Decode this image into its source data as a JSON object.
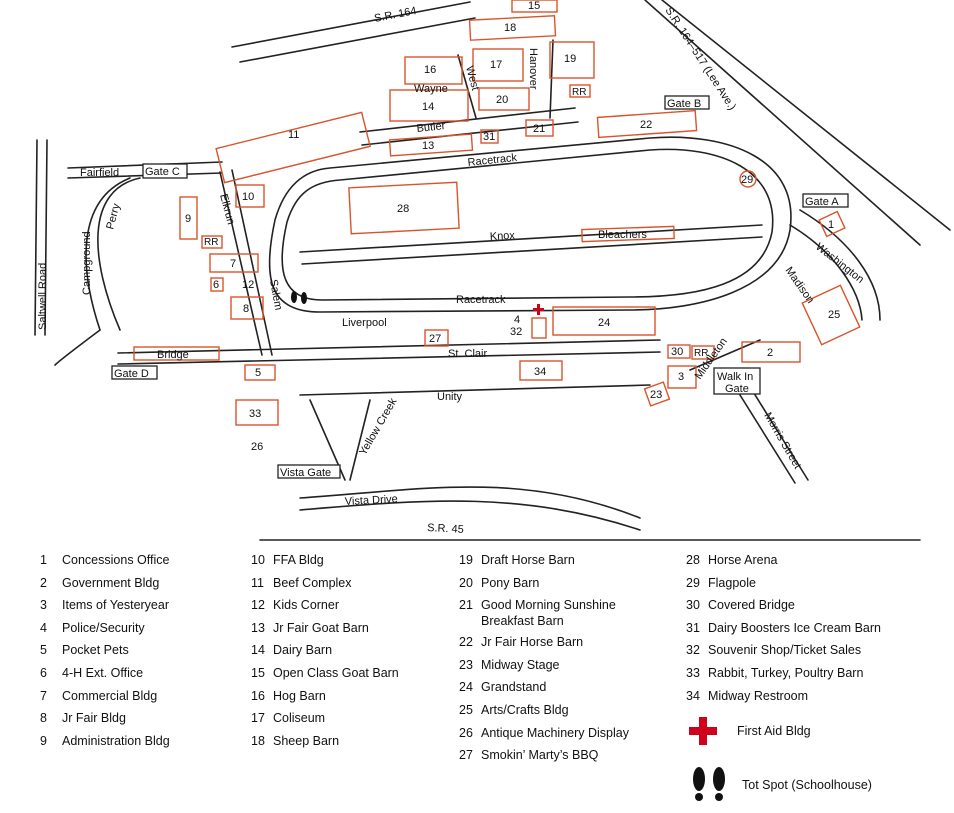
{
  "map": {
    "roads": {
      "sr164": "S.R. 164",
      "sr164_517": "S.R. 164–517 (Lee Ave.)",
      "hanover": "Hanover",
      "west": "West",
      "wayne": "Wayne",
      "butler": "Butler",
      "racetrack_top": "Racetrack",
      "racetrack_bottom": "Racetrack",
      "knox": "Knox",
      "fairfield": "Fairfield",
      "elkrun": "Elkrun",
      "perry": "Perry",
      "campground": "Campground",
      "saltwell": "Saltwell Road",
      "salem": "Salem",
      "liverpool": "Liverpool",
      "st_clair": "St. Clair",
      "bridge": "Bridge",
      "unity": "Unity",
      "yellow_creek": "Yellow Creek",
      "vista_drive": "Vista Drive",
      "sr45": "S.R. 45",
      "washington": "Washington",
      "madison": "Madison",
      "middleton": "Middleton",
      "morris": "Morris Street"
    },
    "gates": {
      "a": "Gate A",
      "b": "Gate B",
      "c": "Gate C",
      "d": "Gate D",
      "walkin_1": "Walk In",
      "walkin_2": "Gate",
      "vista": "Vista Gate"
    },
    "labels": {
      "bleachers": "Bleachers",
      "rr": "RR",
      "b1": "1",
      "b2": "2",
      "b3": "3",
      "b4": "4",
      "b5": "5",
      "b6": "6",
      "b7": "7",
      "b8": "8",
      "b9": "9",
      "b10": "10",
      "b11": "11",
      "b12": "12",
      "b13": "13",
      "b14": "14",
      "b15": "15",
      "b16": "16",
      "b17": "17",
      "b18": "18",
      "b19": "19",
      "b20": "20",
      "b21": "21",
      "b22": "22",
      "b23": "23",
      "b24": "24",
      "b25": "25",
      "b26": "26",
      "b27": "27",
      "b28": "28",
      "b29": "29",
      "b30": "30",
      "b31": "31",
      "b32": "32",
      "b33": "33",
      "b34": "34"
    },
    "colors": {
      "building": "#d9542b",
      "road": "#222222",
      "first_aid": "#d0021b"
    }
  },
  "legend": {
    "columns": [
      [
        {
          "num": "1",
          "name": "Concessions Office"
        },
        {
          "num": "2",
          "name": "Government Bldg"
        },
        {
          "num": "3",
          "name": "Items of Yesteryear"
        },
        {
          "num": "4",
          "name": "Police/Security"
        },
        {
          "num": "5",
          "name": "Pocket Pets"
        },
        {
          "num": "6",
          "name": "4-H Ext. Office"
        },
        {
          "num": "7",
          "name": "Commercial Bldg"
        },
        {
          "num": "8",
          "name": "Jr Fair Bldg"
        },
        {
          "num": "9",
          "name": "Administration Bldg"
        }
      ],
      [
        {
          "num": "10",
          "name": "FFA Bldg"
        },
        {
          "num": "11",
          "name": "Beef Complex"
        },
        {
          "num": "12",
          "name": "Kids Corner"
        },
        {
          "num": "13",
          "name": "Jr Fair Goat Barn"
        },
        {
          "num": "14",
          "name": "Dairy Barn"
        },
        {
          "num": "15",
          "name": "Open Class Goat Barn"
        },
        {
          "num": "16",
          "name": "Hog Barn"
        },
        {
          "num": "17",
          "name": "Coliseum"
        },
        {
          "num": "18",
          "name": "Sheep Barn"
        }
      ],
      [
        {
          "num": "19",
          "name": "Draft Horse Barn"
        },
        {
          "num": "20",
          "name": "Pony Barn"
        },
        {
          "num": "21",
          "name": "Good Morning Sunshine",
          "name2": "Breakfast Barn"
        },
        {
          "num": "22",
          "name": "Jr Fair Horse Barn"
        },
        {
          "num": "23",
          "name": "Midway Stage"
        },
        {
          "num": "24",
          "name": "Grandstand"
        },
        {
          "num": "25",
          "name": "Arts/Crafts Bldg"
        },
        {
          "num": "26",
          "name": "Antique Machinery Display"
        },
        {
          "num": "27",
          "name": "Smokin’ Marty’s BBQ"
        }
      ],
      [
        {
          "num": "28",
          "name": "Horse Arena"
        },
        {
          "num": "29",
          "name": "Flagpole"
        },
        {
          "num": "30",
          "name": "Covered Bridge"
        },
        {
          "num": "31",
          "name": "Dairy Boosters Ice Cream Barn"
        },
        {
          "num": "32",
          "name": "Souvenir Shop/Ticket Sales"
        },
        {
          "num": "33",
          "name": "Rabbit, Turkey, Poultry Barn"
        },
        {
          "num": "34",
          "name": "Midway Restroom"
        }
      ]
    ],
    "first_aid": "First Aid Bldg",
    "tot_spot": "Tot Spot (Schoolhouse)"
  }
}
